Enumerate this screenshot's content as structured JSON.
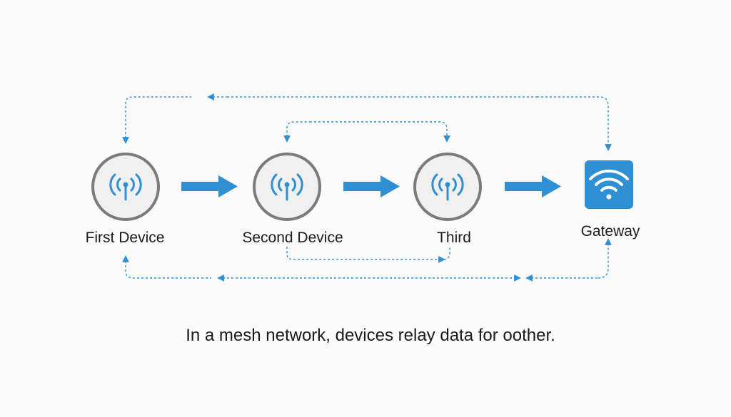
{
  "colors": {
    "accent": "#2f8fd3",
    "node_border": "#7b7b7b",
    "node_fill": "#f0f0f0",
    "gateway_fill": "#2f8fd3"
  },
  "nodes": [
    {
      "label": "First Device",
      "icon": "antenna-icon"
    },
    {
      "label": "Second Device",
      "icon": "antenna-icon"
    },
    {
      "label": "Third",
      "icon": "antenna-icon"
    },
    {
      "label": "Gateway",
      "icon": "wifi-icon"
    }
  ],
  "caption": "In a mesh network, devices relay data for oother."
}
